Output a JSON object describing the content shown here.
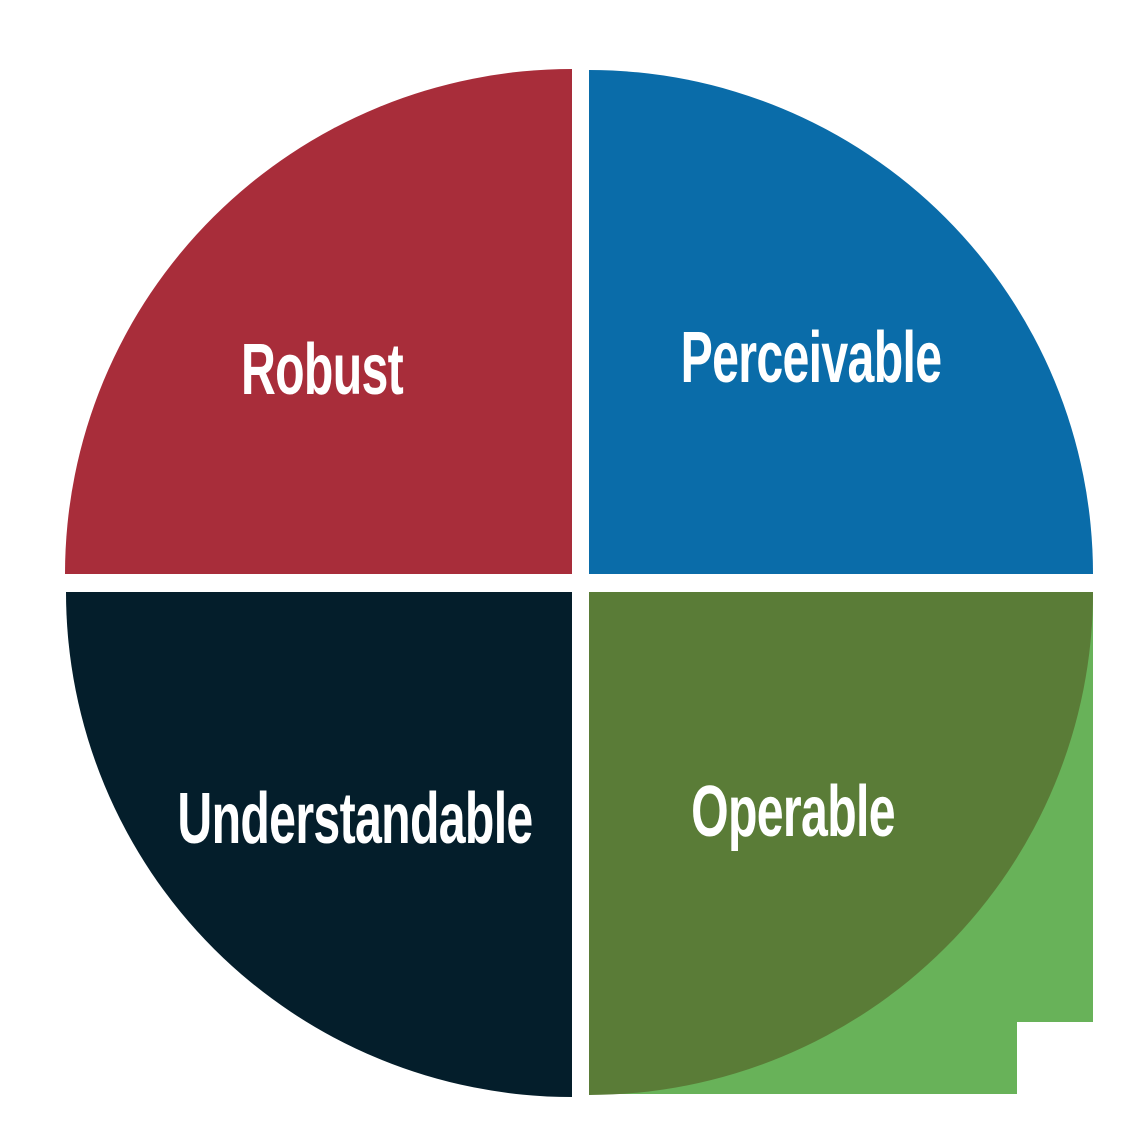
{
  "diagram": {
    "type": "quadrant-circle",
    "background_color": "#ffffff",
    "text_color": "#ffffff",
    "accent_square_color": "#68B259",
    "quadrants": [
      {
        "id": "robust",
        "label": "Robust",
        "color": "#A82D3A",
        "position": "top-left"
      },
      {
        "id": "perceivable",
        "label": "Perceivable",
        "color": "#0A6CA9",
        "position": "top-right"
      },
      {
        "id": "understandable",
        "label": "Understandable",
        "color": "#041E2B",
        "position": "bottom-left"
      },
      {
        "id": "operable",
        "label": "Operable",
        "color": "#5A7C37",
        "position": "bottom-right"
      }
    ]
  }
}
